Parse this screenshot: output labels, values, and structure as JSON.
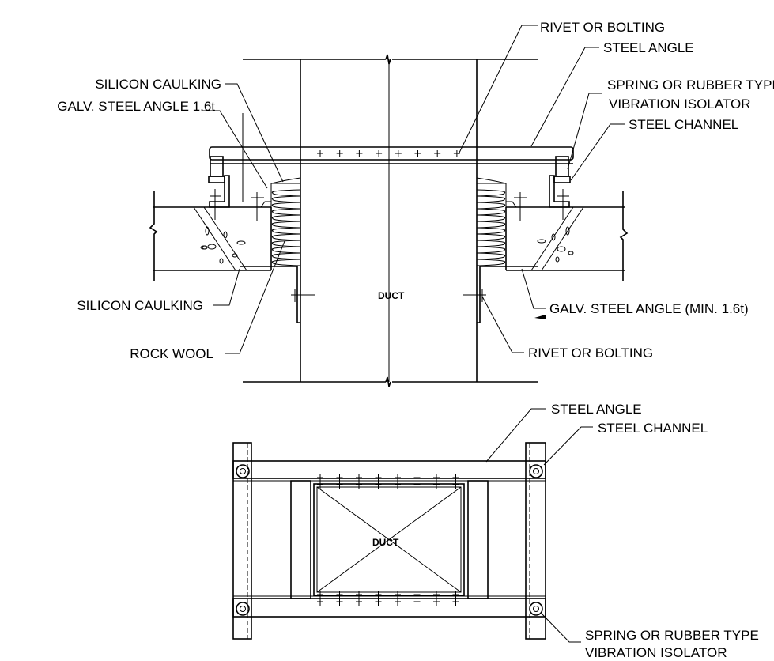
{
  "section": {
    "duct_label": "DUCT",
    "labels": {
      "rivet_top": "RIVET OR BOLTING",
      "steel_angle": "STEEL ANGLE",
      "isolator_line1": "SPRING OR RUBBER TYPE",
      "isolator_line2": "VIBRATION ISOLATOR",
      "steel_channel": "STEEL CHANNEL",
      "silicon_caulking_top": "SILICON CAULKING",
      "galv_angle": "GALV. STEEL ANGLE 1.6t",
      "silicon_caulking_bottom": "SILICON CAULKING",
      "rock_wool": "ROCK WOOL",
      "galv_angle_min": "GALV. STEEL ANGLE (MIN. 1.6t)",
      "rivet_bottom": "RIVET OR BOLTING"
    }
  },
  "plan": {
    "duct_label": "DUCT",
    "labels": {
      "steel_angle": "STEEL ANGLE",
      "steel_channel": "STEEL CHANNEL",
      "isolator_line1": "SPRING OR RUBBER TYPE",
      "isolator_line2": "VIBRATION ISOLATOR"
    }
  }
}
